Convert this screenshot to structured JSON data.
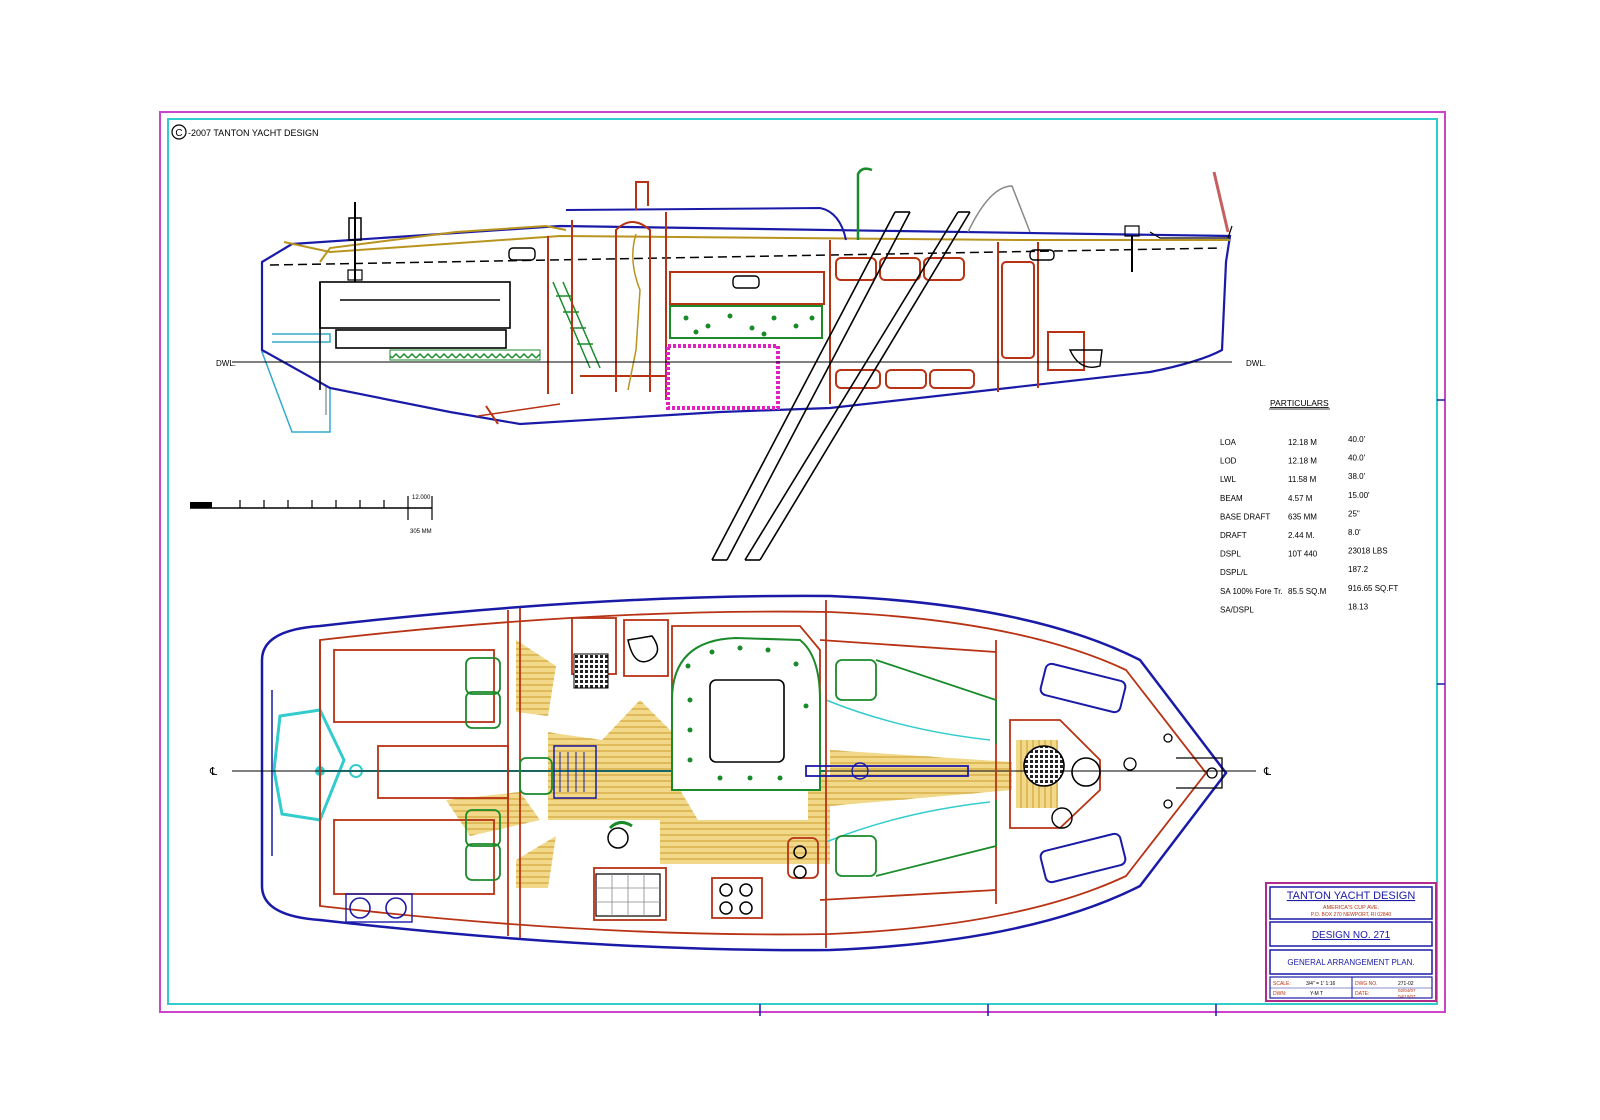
{
  "copyright": {
    "symbol": "C",
    "text": "-2007 TANTON YACHT DESIGN"
  },
  "waterline_label": "DWL.",
  "centerline_symbol": "℄",
  "scale_bar": {
    "top_label": "12.000",
    "bottom_label": "305 MM"
  },
  "particulars": {
    "heading": "PARTICULARS",
    "rows": [
      {
        "label": "LOA",
        "metric": "12.18 M",
        "imperial": "40.0'"
      },
      {
        "label": "LOD",
        "metric": "12.18 M",
        "imperial": "40.0'"
      },
      {
        "label": "LWL",
        "metric": "11.58 M",
        "imperial": "38.0'"
      },
      {
        "label": "BEAM",
        "metric": "4.57 M",
        "imperial": "15.00'"
      },
      {
        "label": "BASE DRAFT",
        "metric": "635 MM",
        "imperial": "25\""
      },
      {
        "label": "DRAFT",
        "metric": "2.44 M.",
        "imperial": "8.0'"
      },
      {
        "label": "DSPL",
        "metric": "10T 440",
        "imperial": "23018 LBS"
      },
      {
        "label": "DSPL/L",
        "metric": "",
        "imperial": "187.2"
      },
      {
        "label": "SA 100% Fore Tr.",
        "metric": "85.5 SQ.M",
        "imperial": "916.65 SQ.FT"
      },
      {
        "label": "SA/DSPL",
        "metric": "",
        "imperial": "18.13"
      }
    ]
  },
  "title_block": {
    "firm": "TANTON YACHT DESIGN",
    "address_line1": "AMERICA'S CUP AVE.",
    "address_line2": "P.O. BOX 270 NEWPORT, RI 02840",
    "design_no": "DESIGN NO. 271",
    "sheet_title": "GENERAL ARRANGEMENT PLAN.",
    "scale_label": "SCALE:",
    "scale_value": "3/4\" = 1'  1:16",
    "dwn_label": "DWN:",
    "dwn_value": "Y-M T",
    "dwg_no_label": "DWG NO.",
    "dwg_no_value": "271-02",
    "date_label": "DATE:",
    "date_value1": "02/04/07",
    "date_value2": "04/10/07"
  },
  "colors": {
    "outer_border": "#cc44cc",
    "inner_border": "#33cccc",
    "hull": "#1a1aa8",
    "joinery": "#b83214",
    "sole_teak": "#e8c35a",
    "deck_gold": "#b8941e",
    "cushions": "#1a8a2a",
    "highlight": "#e020c0",
    "title_box": "#b02a90"
  }
}
